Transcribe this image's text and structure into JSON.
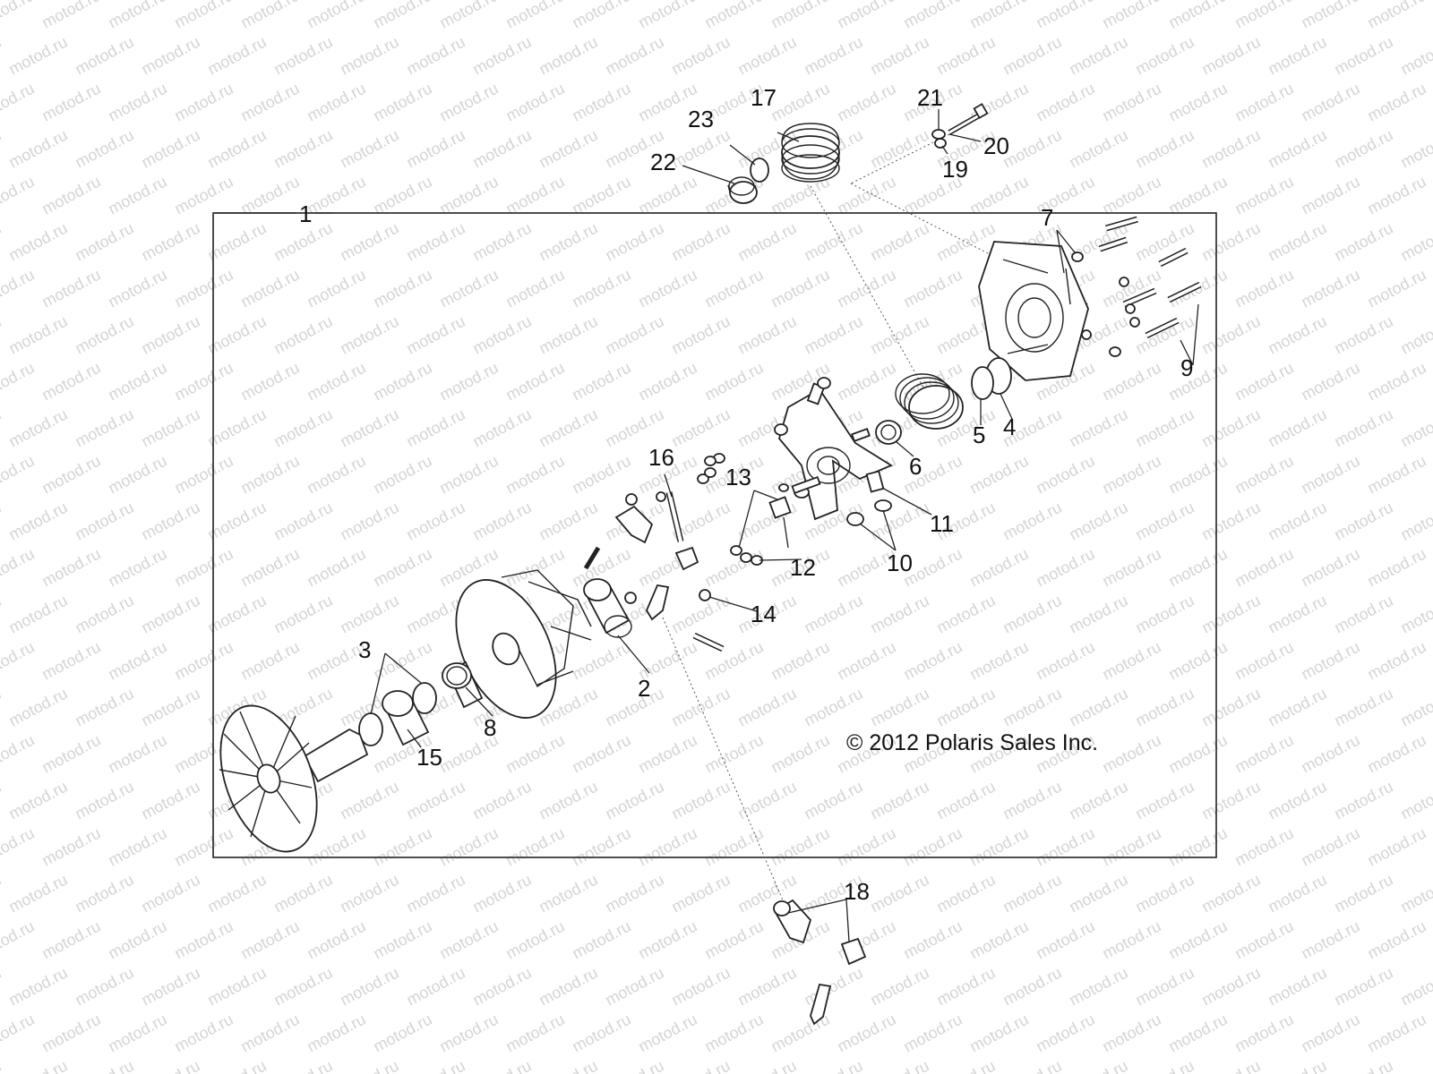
{
  "watermark": {
    "text": "motod.ru",
    "color": "#d4d4d4"
  },
  "copyright": "© 2012 Polaris Sales Inc.",
  "callouts": [
    {
      "id": "c1",
      "label": "1"
    },
    {
      "id": "c2",
      "label": "2"
    },
    {
      "id": "c3",
      "label": "3"
    },
    {
      "id": "c4",
      "label": "4"
    },
    {
      "id": "c5",
      "label": "5"
    },
    {
      "id": "c6",
      "label": "6"
    },
    {
      "id": "c7",
      "label": "7"
    },
    {
      "id": "c8",
      "label": "8"
    },
    {
      "id": "c9",
      "label": "9"
    },
    {
      "id": "c10",
      "label": "10"
    },
    {
      "id": "c11",
      "label": "11"
    },
    {
      "id": "c12",
      "label": "12"
    },
    {
      "id": "c13",
      "label": "13"
    },
    {
      "id": "c14",
      "label": "14"
    },
    {
      "id": "c15",
      "label": "15"
    },
    {
      "id": "c16",
      "label": "16"
    },
    {
      "id": "c17",
      "label": "17"
    },
    {
      "id": "c18",
      "label": "18"
    },
    {
      "id": "c19",
      "label": "19"
    },
    {
      "id": "c20",
      "label": "20"
    },
    {
      "id": "c21",
      "label": "21"
    },
    {
      "id": "c22",
      "label": "22"
    },
    {
      "id": "c23",
      "label": "23"
    }
  ]
}
